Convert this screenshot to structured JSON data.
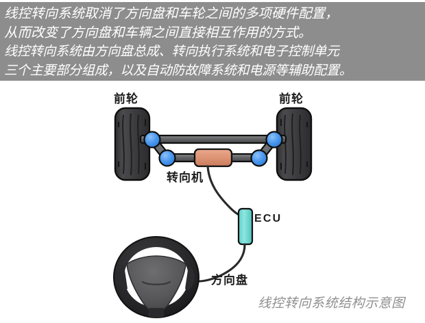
{
  "header": {
    "background_color": "#8d8d8d",
    "text_color": "#ffffff",
    "lines": [
      "线控转向系统取消了方向盘和车轮之间的多项硬件配置，",
      "从而改变了方向盘和车辆之间直接相互作用的方式。",
      "线控转向系统由方向盘总成、转向执行系统和电子控制单元",
      "三个主要部分组成，以及自动防故障系统和电源等辅助配置。"
    ]
  },
  "diagram": {
    "title": "线控转向系统结构示意图",
    "labels": {
      "front_wheel_left": "前轮",
      "front_wheel_right": "前轮",
      "steering_gear": "转向机",
      "ecu": "ECU",
      "steering_wheel": "方向盘"
    },
    "colors": {
      "tire": "#3e3e40",
      "tire_tread": "#58585a",
      "linkage_bar": "#6d6e70",
      "ball_joint": "#4a97ef",
      "steering_gear_box": "#dd9474",
      "ecu_box": "#6fd9d2",
      "cable": "#2a2a2a",
      "wheel_rim": "#2b2b2b",
      "wheel_hub": "#5c5c5e",
      "outline": "#111111",
      "watermark": "#8f8f8f"
    }
  }
}
